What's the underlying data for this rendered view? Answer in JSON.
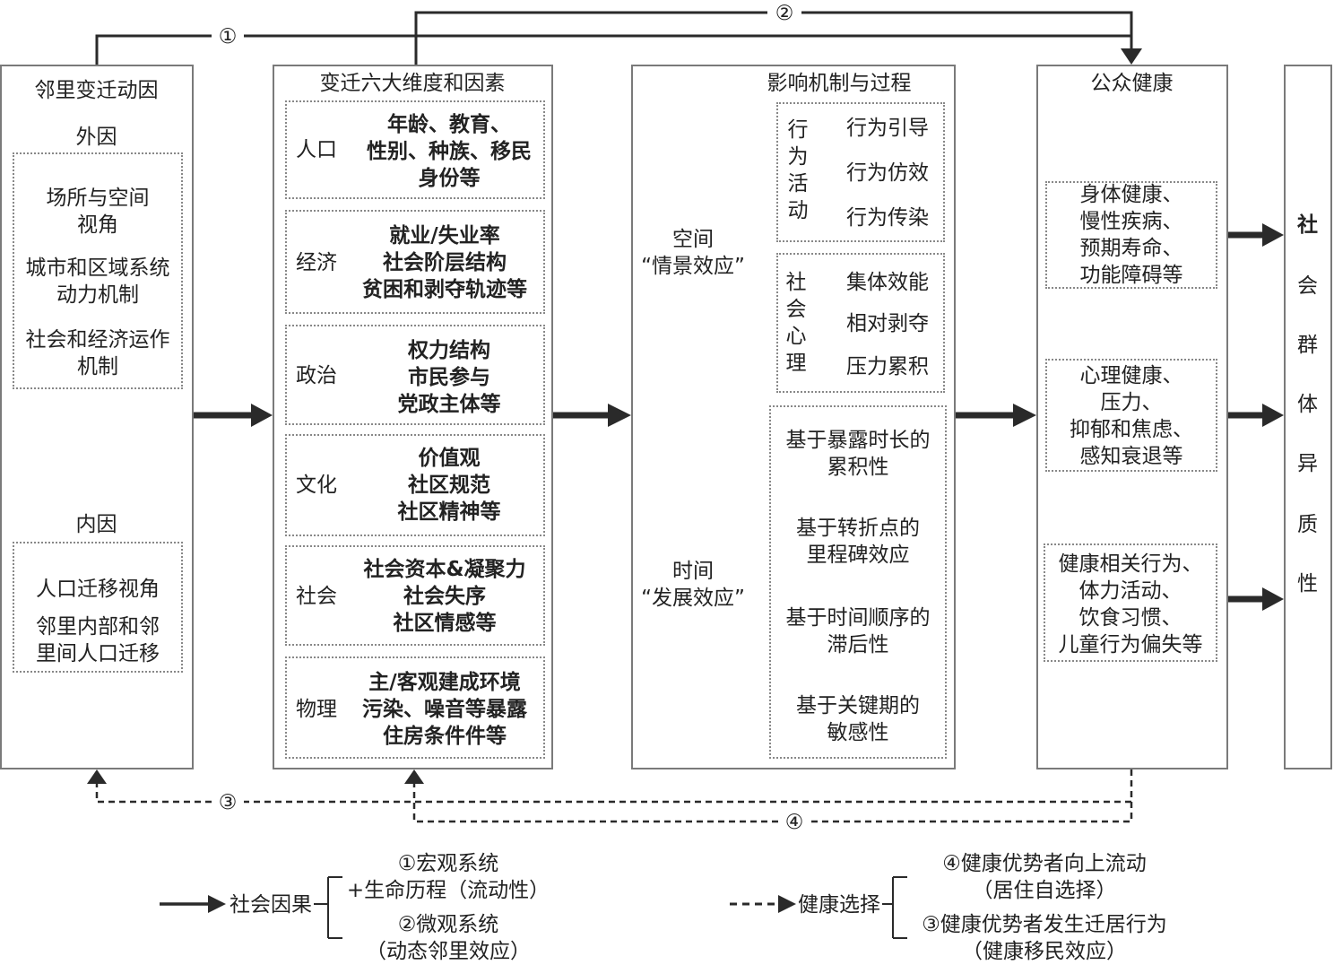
{
  "col1": {
    "title": "邻里变迁动因",
    "external": "外因",
    "ext_items": [
      "场所与空间\n视角",
      "城市和区域系统\n动力机制",
      "社会和经济运作\n机制"
    ],
    "internal": "内因",
    "int_items": [
      "人口迁移视角",
      "邻里内部和邻\n里间人口迁移"
    ]
  },
  "col2": {
    "title": "变迁六大维度和因素",
    "rows": [
      {
        "label": "人口",
        "content": "年龄、教育、\n性别、种族、移民\n身份等"
      },
      {
        "label": "经济",
        "content": "就业/失业率\n社会阶层结构\n贫困和剥夺轨迹等"
      },
      {
        "label": "政治",
        "content": "权力结构\n市民参与\n党政主体等"
      },
      {
        "label": "文化",
        "content": "价值观\n社区规范\n社区精神等"
      },
      {
        "label": "社会",
        "content": "社会资本&凝聚力\n社会失序\n社区情感等"
      },
      {
        "label": "物理",
        "content": "主/客观建成环境\n污染、噪音等暴露\n住房条件件等"
      }
    ]
  },
  "col3": {
    "title": "影响机制与过程",
    "space": "空间\n“情景效应”",
    "behavior_label": "行\n为\n活\n动",
    "behavior_items": [
      "行为引导",
      "行为仿效",
      "行为传染"
    ],
    "psych_label": "社\n会\n心\n理",
    "psych_items": [
      "集体效能",
      "相对剥夺",
      "压力累积"
    ],
    "time": "时间\n“发展效应”",
    "time_items": [
      "基于暴露时长的\n累积性",
      "基于转折点的\n里程碑效应",
      "基于时间顺序的\n滞后性",
      "基于关键期的\n敏感性"
    ]
  },
  "col4": {
    "title": "公众健康",
    "items": [
      "身体健康、\n慢性疾病、\n预期寿命、\n功能障碍等",
      "心理健康、\n压力、\n抑郁和焦虑、\n感知衰退等",
      "健康相关行为、\n体力活动、\n饮食习惯、\n儿童行为偏失等"
    ]
  },
  "col5": {
    "chars": [
      "社",
      "会",
      "群",
      "体",
      "异",
      "质",
      "性"
    ]
  },
  "paths": {
    "p1": "①",
    "p2": "②",
    "p3": "③",
    "p4": "④"
  },
  "legend": {
    "causal_label": "社会因果",
    "causal_items": [
      "①宏观系统\n+生命历程（流动性）",
      "②微观系统\n（动态邻里效应）"
    ],
    "selection_label": "健康选择",
    "selection_items": [
      "④健康优势者向上流动\n（居住自选择）",
      "③健康优势者发生迁居行为\n（健康移民效应）"
    ]
  }
}
